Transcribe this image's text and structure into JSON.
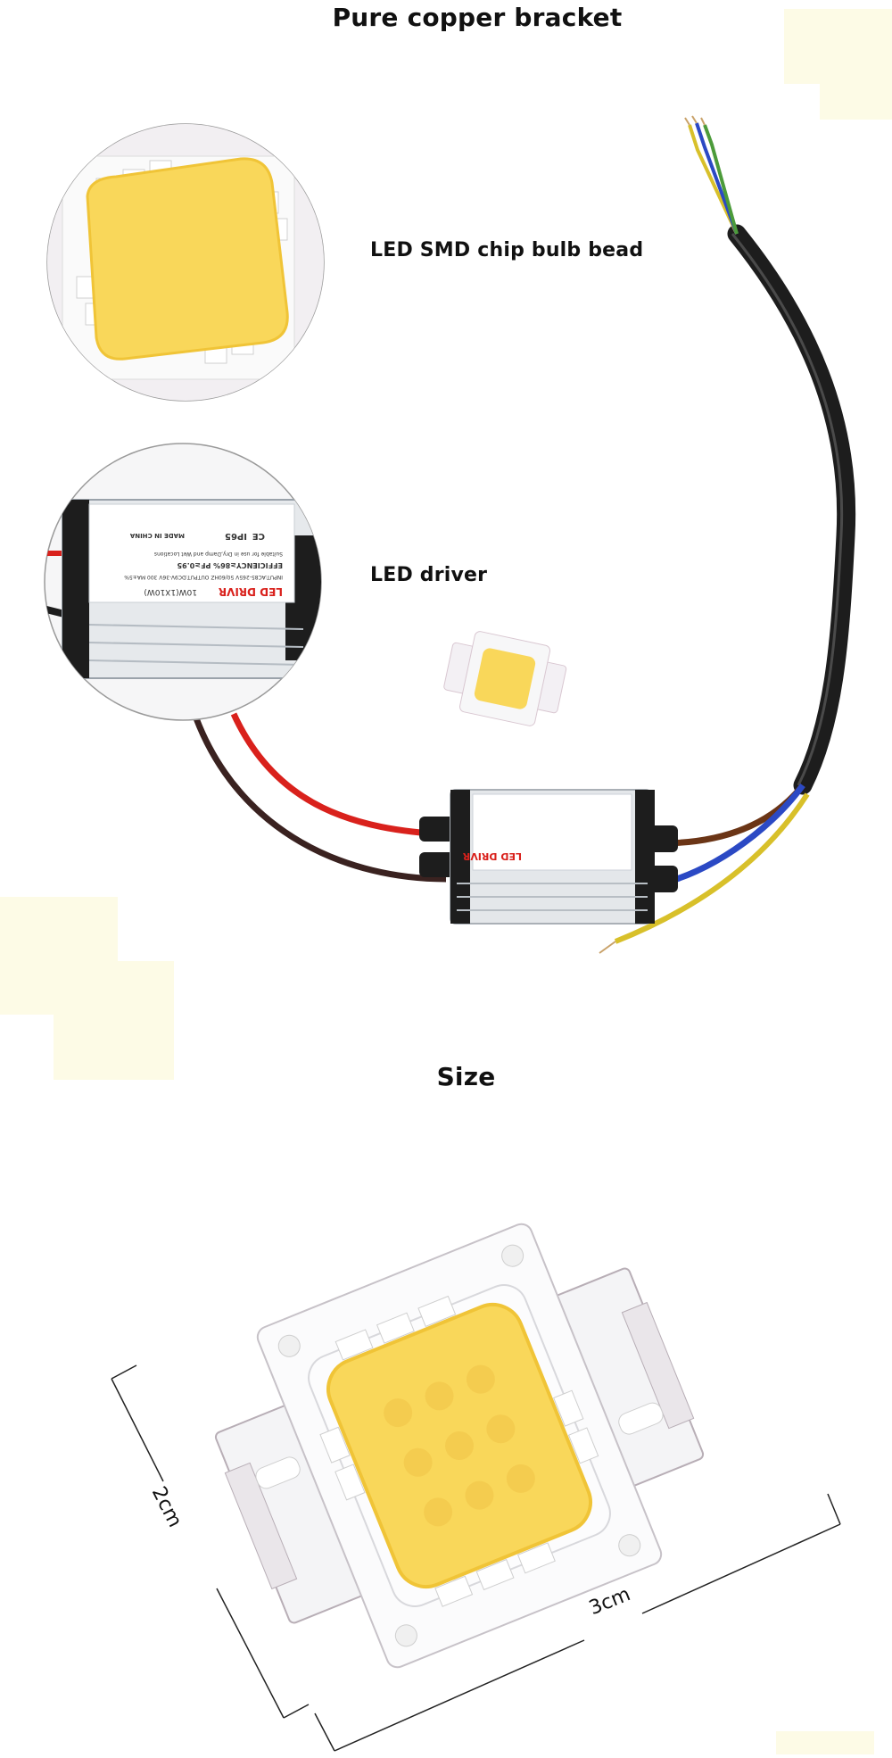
{
  "headings": {
    "top_title": "Pure copper bracket",
    "chip_label": "LED SMD chip bulb bead",
    "driver_label": "LED driver",
    "size_title": "Size"
  },
  "driver_label_text": {
    "brand": "LED DRIVR",
    "model": "10W(1X10W)",
    "input": "INPUT:AC85-265V 50/60HZ OUTPUT:DC9V-36V 300 MA±5%",
    "efficiency": "EFFICIENCY≥86%  PF≥0.95",
    "suitable": "Suitable for use in Dry,Damp and Wet Locations",
    "ip": "IP65",
    "ce": "CE",
    "origin": "MADE IN CHINA"
  },
  "dimensions": {
    "width": "3cm",
    "height": "2cm"
  },
  "colors": {
    "chip_yellow": "#f9d75a",
    "chip_yellow_edge": "#f0c437",
    "aluminum": "#eef0f3",
    "cable_black": "#1d1d1d",
    "wire_red": "#d9211c",
    "wire_brown": "#6b3516",
    "wire_blue": "#2b49c4",
    "wire_yellow": "#d8c02a",
    "deco_block": "#fdfbe6"
  }
}
